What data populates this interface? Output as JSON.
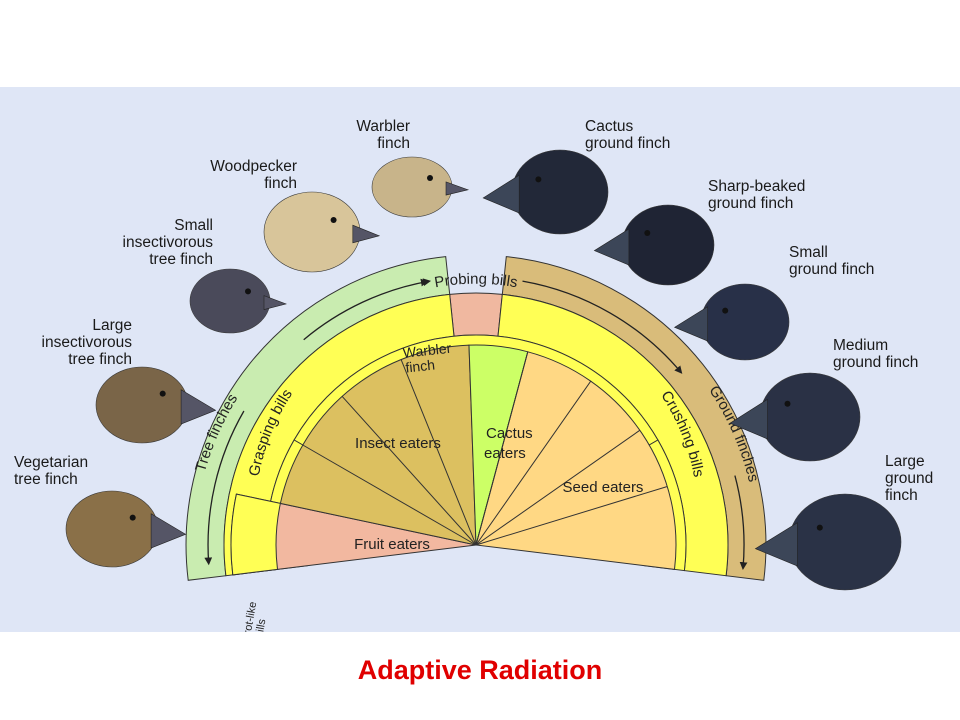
{
  "title": "Adaptive Radiation",
  "colors": {
    "background": "#dfe6f6",
    "tree_band": "#c9ecb0",
    "ground_band": "#d9bc7a",
    "bill_band": "#ffff55",
    "warbler": "#f0b8a0",
    "fruit": "#f2b8a0",
    "insect": "#dcc060",
    "cactus": "#ccff66",
    "seed": "#ffd884",
    "title": "#e00000"
  },
  "bands": {
    "tree_finches": "Tree finches",
    "ground_finches": "Ground finches",
    "warbler_finch": "Warbler finch"
  },
  "bill_types": {
    "probing": "Probing bills",
    "grasping": "Grasping bills",
    "crushing": "Crushing bills",
    "parrot_like": "Parrot-like bills"
  },
  "diets": {
    "fruit": "Fruit eaters",
    "insect": "Insect eaters",
    "cactus": "Cactus eaters",
    "seed": "Seed eaters"
  },
  "finches": [
    {
      "label": "Vegetarian tree finch",
      "color": "#8a7048"
    },
    {
      "label": "Large insectivorous tree finch",
      "color": "#7a6548"
    },
    {
      "label": "Small insectivorous tree finch",
      "color": "#4a4a5a"
    },
    {
      "label": "Woodpecker finch",
      "color": "#d8c59a"
    },
    {
      "label": "Warbler finch",
      "color": "#c8b48a"
    },
    {
      "label": "Cactus ground finch",
      "color": "#222838"
    },
    {
      "label": "Sharp-beaked ground finch",
      "color": "#1f2434"
    },
    {
      "label": "Small ground finch",
      "color": "#283048"
    },
    {
      "label": "Medium ground finch",
      "color": "#2a3145"
    },
    {
      "label": "Large ground finch",
      "color": "#2a3246"
    }
  ]
}
